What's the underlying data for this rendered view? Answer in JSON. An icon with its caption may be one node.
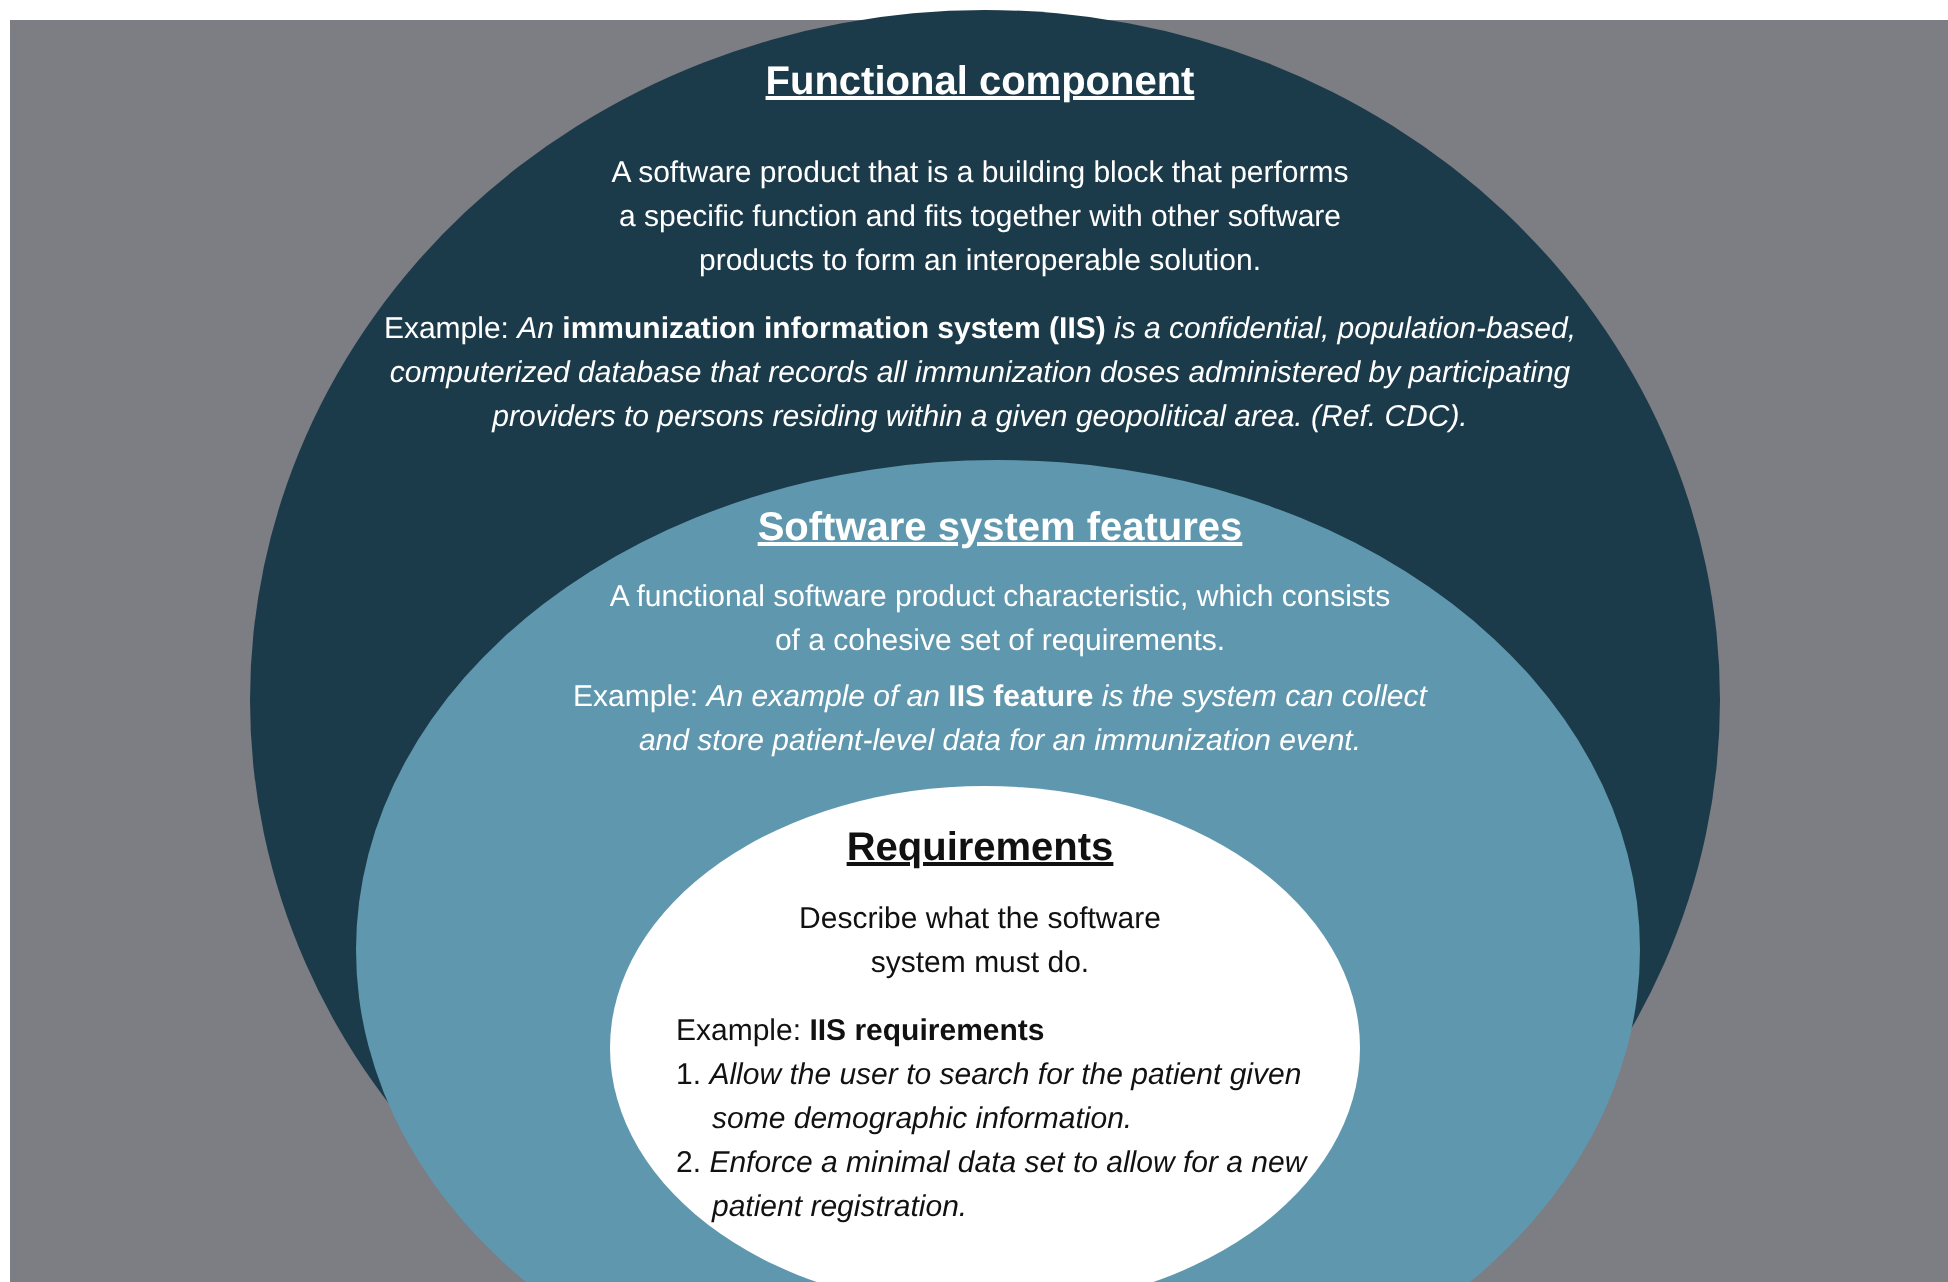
{
  "diagram": {
    "nodes": [
      {
        "text": [
          "Functional component",
          "A software product that is a building block that performs a specific function and fits together with other software products to form an interoperable solution.",
          "Example: *An* **immunization information system (IIS)** *is a confidential, population-based, computerized database that records all immunization doses administered by participating providers to persons residing within a given geopolitical area. (Ref. CDC).*"
        ]
      },
      {
        "text": [
          "Software system features",
          "A functional software product characteristic, which consists of a cohesive set of requirements.",
          "Example: *An example of an* **IIS feature** *is the system can collect and store patient-level data for an immunization event.*"
        ],
        "in": 0
      },
      {
        "text": [
          "Requirements",
          "Describe what the software system must do.",
          "Example: **IIS requirements**",
          "1. *Allow the user to search for the patient given some demographic information.*",
          "2. *Enforce a minimal data set to allow for a new patient registration.*"
        ],
        "in": 1
      }
    ],
    "edges": []
  }
}
